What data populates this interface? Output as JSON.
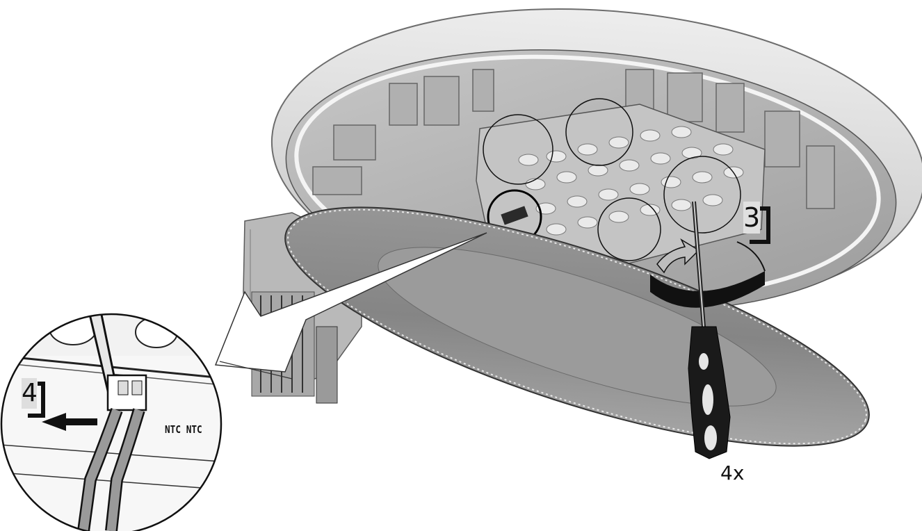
{
  "steps": {
    "step_a": "3",
    "step_b": "4"
  },
  "quantity": "4x",
  "connector_marking": "NTC NTC",
  "icons": [
    "screwdriver-icon",
    "rotate-arrow-icon",
    "pull-arrow-icon",
    "magnifier-callout-icon"
  ]
}
